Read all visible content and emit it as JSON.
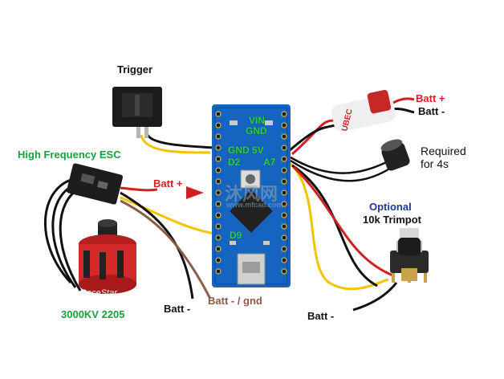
{
  "labels": {
    "trigger": "Trigger",
    "esc": "High Frequency ESC",
    "motor": "3000KV 2205",
    "batt_plus_left": "Batt +",
    "batt_minus_left": "Batt -",
    "batt_minus_gnd": "Batt - / gnd",
    "batt_plus_right": "Batt +",
    "batt_minus_right": "Batt -",
    "required_line1": "Required",
    "required_line2": "for 4s",
    "optional_line1": "Optional",
    "optional_line2": "10k Trimpot",
    "batt_minus_bottom": "Batt -"
  },
  "pins": {
    "vin": "VIN",
    "gnd_top": "GND",
    "gnd_5v": "GND 5V",
    "d2": "D2",
    "a7": "A7",
    "d9": "D9"
  },
  "device_text": {
    "ubec": "UBEC",
    "motor_brand": "RaceStar"
  },
  "watermark": {
    "cn": "沐风网",
    "url": "www.mfcad.com"
  },
  "colors": {
    "wire_yellow": "#f2c400",
    "wire_black": "#111111",
    "wire_red": "#d21f1f",
    "wire_brown": "#8b5a4a",
    "board_blue": "#1565c0",
    "motor_red": "#d42a2a",
    "pin_green": "#2ecc40"
  }
}
